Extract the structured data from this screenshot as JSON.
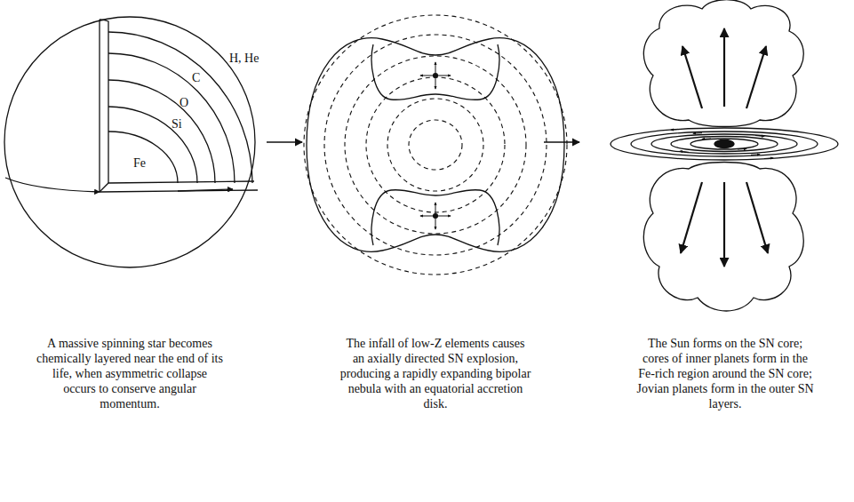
{
  "diagram": {
    "labels": [
      "H, He",
      "C",
      "O",
      "Si",
      "Fe",
      "A massive spinning star becomes chemically layered near the end of its life, when asymmetric collapse occurs to conserve angular momentum.",
      "The infall of low-Z elements causes an axially directed SN explosion, producing a rapidly expanding bipolar nebula with an equatorial accretion disk.",
      "The Sun forms on the SN core; cores of inner planets form in the Fe-rich region around the SN core; Jovian planets form in the outer SN layers."
    ]
  }
}
